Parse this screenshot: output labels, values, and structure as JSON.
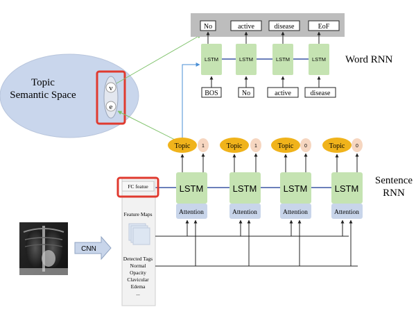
{
  "topic_space": {
    "title_line1": "Topic",
    "title_line2": "Semantic Space",
    "v_label": "v",
    "e_label": "e"
  },
  "word_rnn": {
    "label": "Word  RNN",
    "outputs": [
      "No",
      "active",
      "disease",
      "EoF"
    ],
    "cell_label": "LSTM",
    "inputs": [
      "BOS",
      "No",
      "active",
      "disease"
    ]
  },
  "sentence_rnn": {
    "label_line1": "Sentence",
    "label_line2": "RNN",
    "topic_label": "Topic",
    "stop_values": [
      "1",
      "1",
      "0",
      "0"
    ],
    "cell_label": "LSTM",
    "attention_label": "Attention"
  },
  "features": {
    "fc_label": "FC featue",
    "feature_maps_label": "Feature Maps",
    "tags_title": "Detected Tags",
    "tags": [
      "Normal",
      "Opacity",
      "Clavicular",
      "Edema",
      "..."
    ]
  },
  "cnn_label": "CNN",
  "colors": {
    "lstm_fill": "#c5e3b2",
    "attention_fill": "#c8d5ea",
    "topic_fill": "#f0b31b",
    "stop_fill": "#f6d6c0",
    "ellipse_fill": "#c9d6ec",
    "highlight": "#e03a2f",
    "chain_line": "#3a55a3",
    "green_arrow": "#7fc26b",
    "blue_arrow": "#4a8fd6"
  }
}
